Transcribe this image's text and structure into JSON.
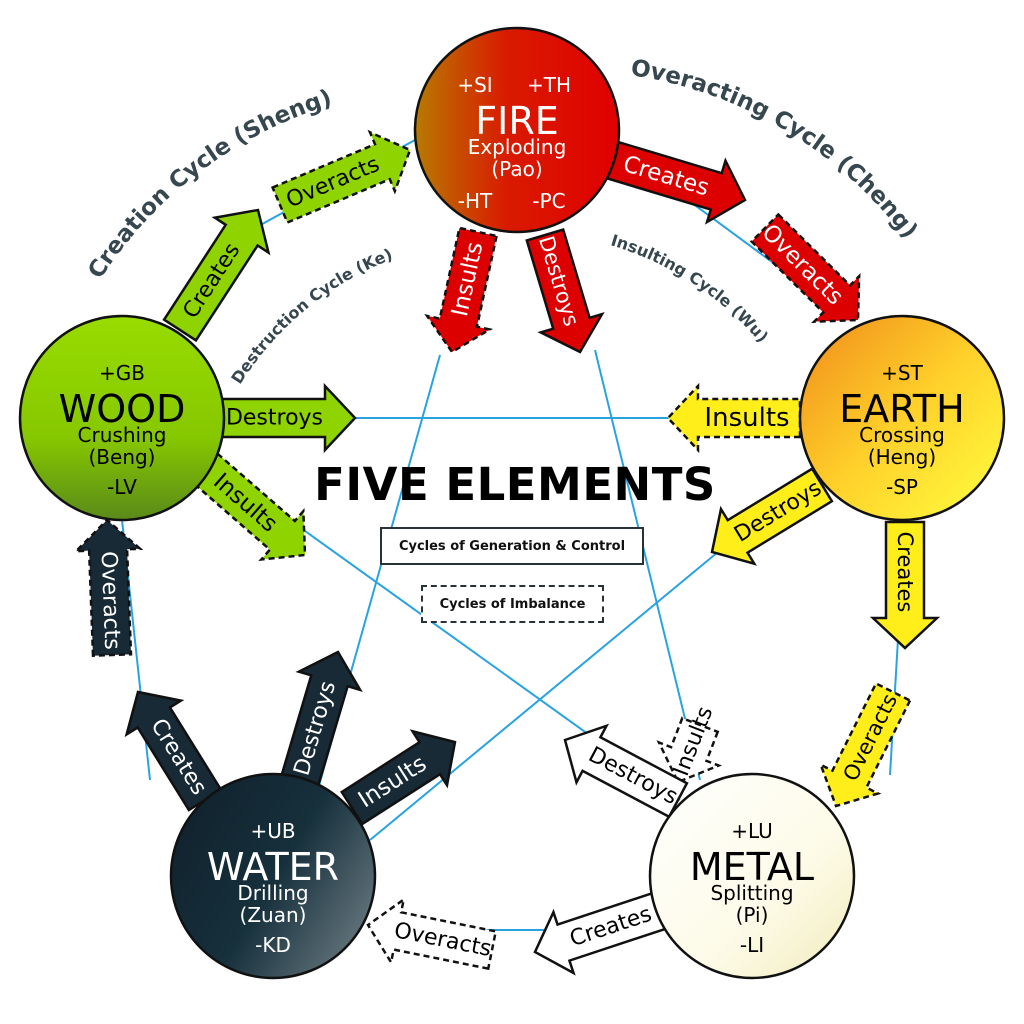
{
  "title": "FIVE ELEMENTS",
  "legend": {
    "solid": "Cycles of Generation & Control",
    "dashed": "Cycles of Imbalance"
  },
  "cycles": {
    "creation": "Creation Cycle (Sheng)",
    "overacting": "Overacting Cycle (Cheng)",
    "destruction": "Destruction Cycle (Ke)",
    "insulting": "Insulting Cycle (Wu)"
  },
  "elements": {
    "fire": {
      "name": "FIRE",
      "top": "+SI",
      "top2": "+TH",
      "sub1": "Exploding",
      "sub2": "(Pao)",
      "bottom": "-HT",
      "bottom2": "-PC",
      "color": "#e00000",
      "text_color": "#ffffff"
    },
    "earth": {
      "name": "EARTH",
      "top": "+ST",
      "sub1": "Crossing",
      "sub2": "(Heng)",
      "bottom": "-SP",
      "color": "#fff22e",
      "text_color": "#000000"
    },
    "metal": {
      "name": "METAL",
      "top": "+LU",
      "sub1": "Splitting",
      "sub2": "(Pi)",
      "bottom": "-LI",
      "color": "#ffffff",
      "text_color": "#000000"
    },
    "water": {
      "name": "WATER",
      "top": "+UB",
      "sub1": "Drilling",
      "sub2": "(Zuan)",
      "bottom": "-KD",
      "color": "#12232e",
      "text_color": "#ffffff"
    },
    "wood": {
      "name": "WOOD",
      "top": "+GB",
      "sub1": "Crushing",
      "sub2": "(Beng)",
      "bottom": "-LV",
      "color": "#8ed400",
      "text_color": "#000000"
    }
  },
  "arrow_labels": {
    "creates": "Creates",
    "overacts": "Overacts",
    "destroys": "Destroys",
    "insults": "Insults"
  },
  "colors": {
    "line": "#29a3e0",
    "fire": "#dd0000",
    "earth": "#ffee1a",
    "metal": "#ffffff",
    "water": "#172a35",
    "wood": "#8fd400",
    "outline": "#111111"
  }
}
